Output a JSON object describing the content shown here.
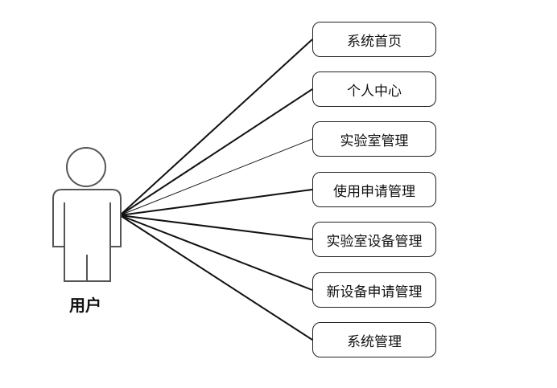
{
  "actor": {
    "label": "用户"
  },
  "use_cases": [
    "系统首页",
    "个人中心",
    "实验室管理",
    "使用申请管理",
    "实验室设备管理",
    "新设备申请管理",
    "系统管理"
  ]
}
